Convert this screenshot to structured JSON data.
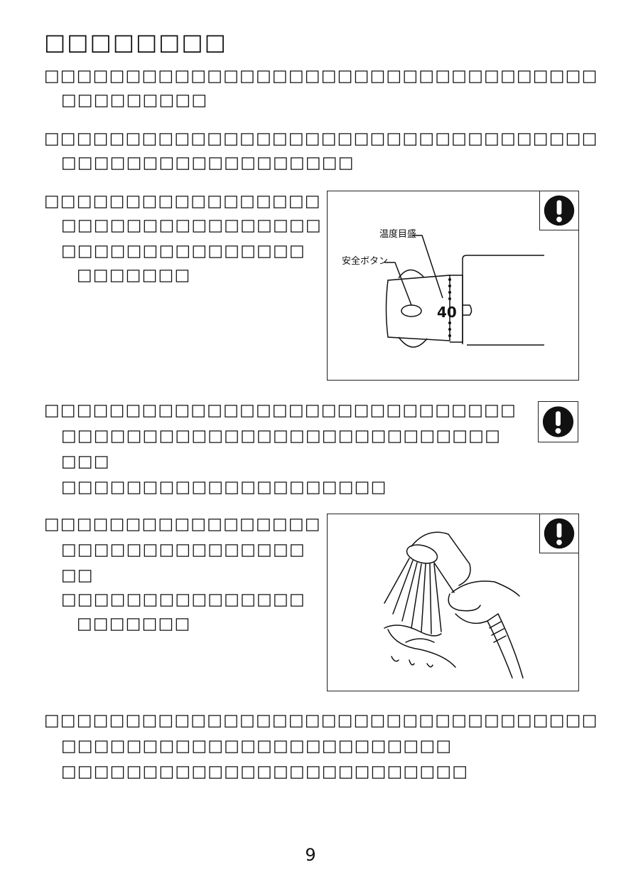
{
  "title": "□□□□□□□□",
  "sections": {
    "s1": [
      "□□□□□□□□□□□□□□□□□□□□□□□□□□□□□□□□□□",
      "□□□□□□□□□"
    ],
    "s2": [
      "□□□□□□□□□□□□□□□□□□□□□□□□□□□□□□□□□□",
      "□□□□□□□□□□□□□□□□□□"
    ],
    "s3": [
      "□□□□□□□□□□□□□□□□□",
      "□□□□□□□□□□□□□□□□",
      "□□□□□□□□□□□□□□□",
      "□□□□□□□"
    ],
    "s4": [
      "□□□□□□□□□□□□□□□□□□□□□□□□□□□□□",
      "□□□□□□□□□□□□□□□□□□□□□□□□□□□",
      "□□□",
      "□□□□□□□□□□□□□□□□□□□□"
    ],
    "s5": [
      "□□□□□□□□□□□□□□□□□",
      "□□□□□□□□□□□□□□□",
      "□□",
      "□□□□□□□□□□□□□□□",
      "□□□□□□□"
    ],
    "s6": [
      "□□□□□□□□□□□□□□□□□□□□□□□□□□□□□□□□□□",
      "□□□□□□□□□□□□□□□□□□□□□□□□",
      "□□□□□□□□□□□□□□□□□□□□□□□□□"
    ]
  },
  "figure1": {
    "label_temp_scale": "温度目盛",
    "label_safety_button": "安全ボタン",
    "dial_value": "40"
  },
  "icons": {
    "caution": "exclamation-circle-icon"
  },
  "page_number": "9"
}
